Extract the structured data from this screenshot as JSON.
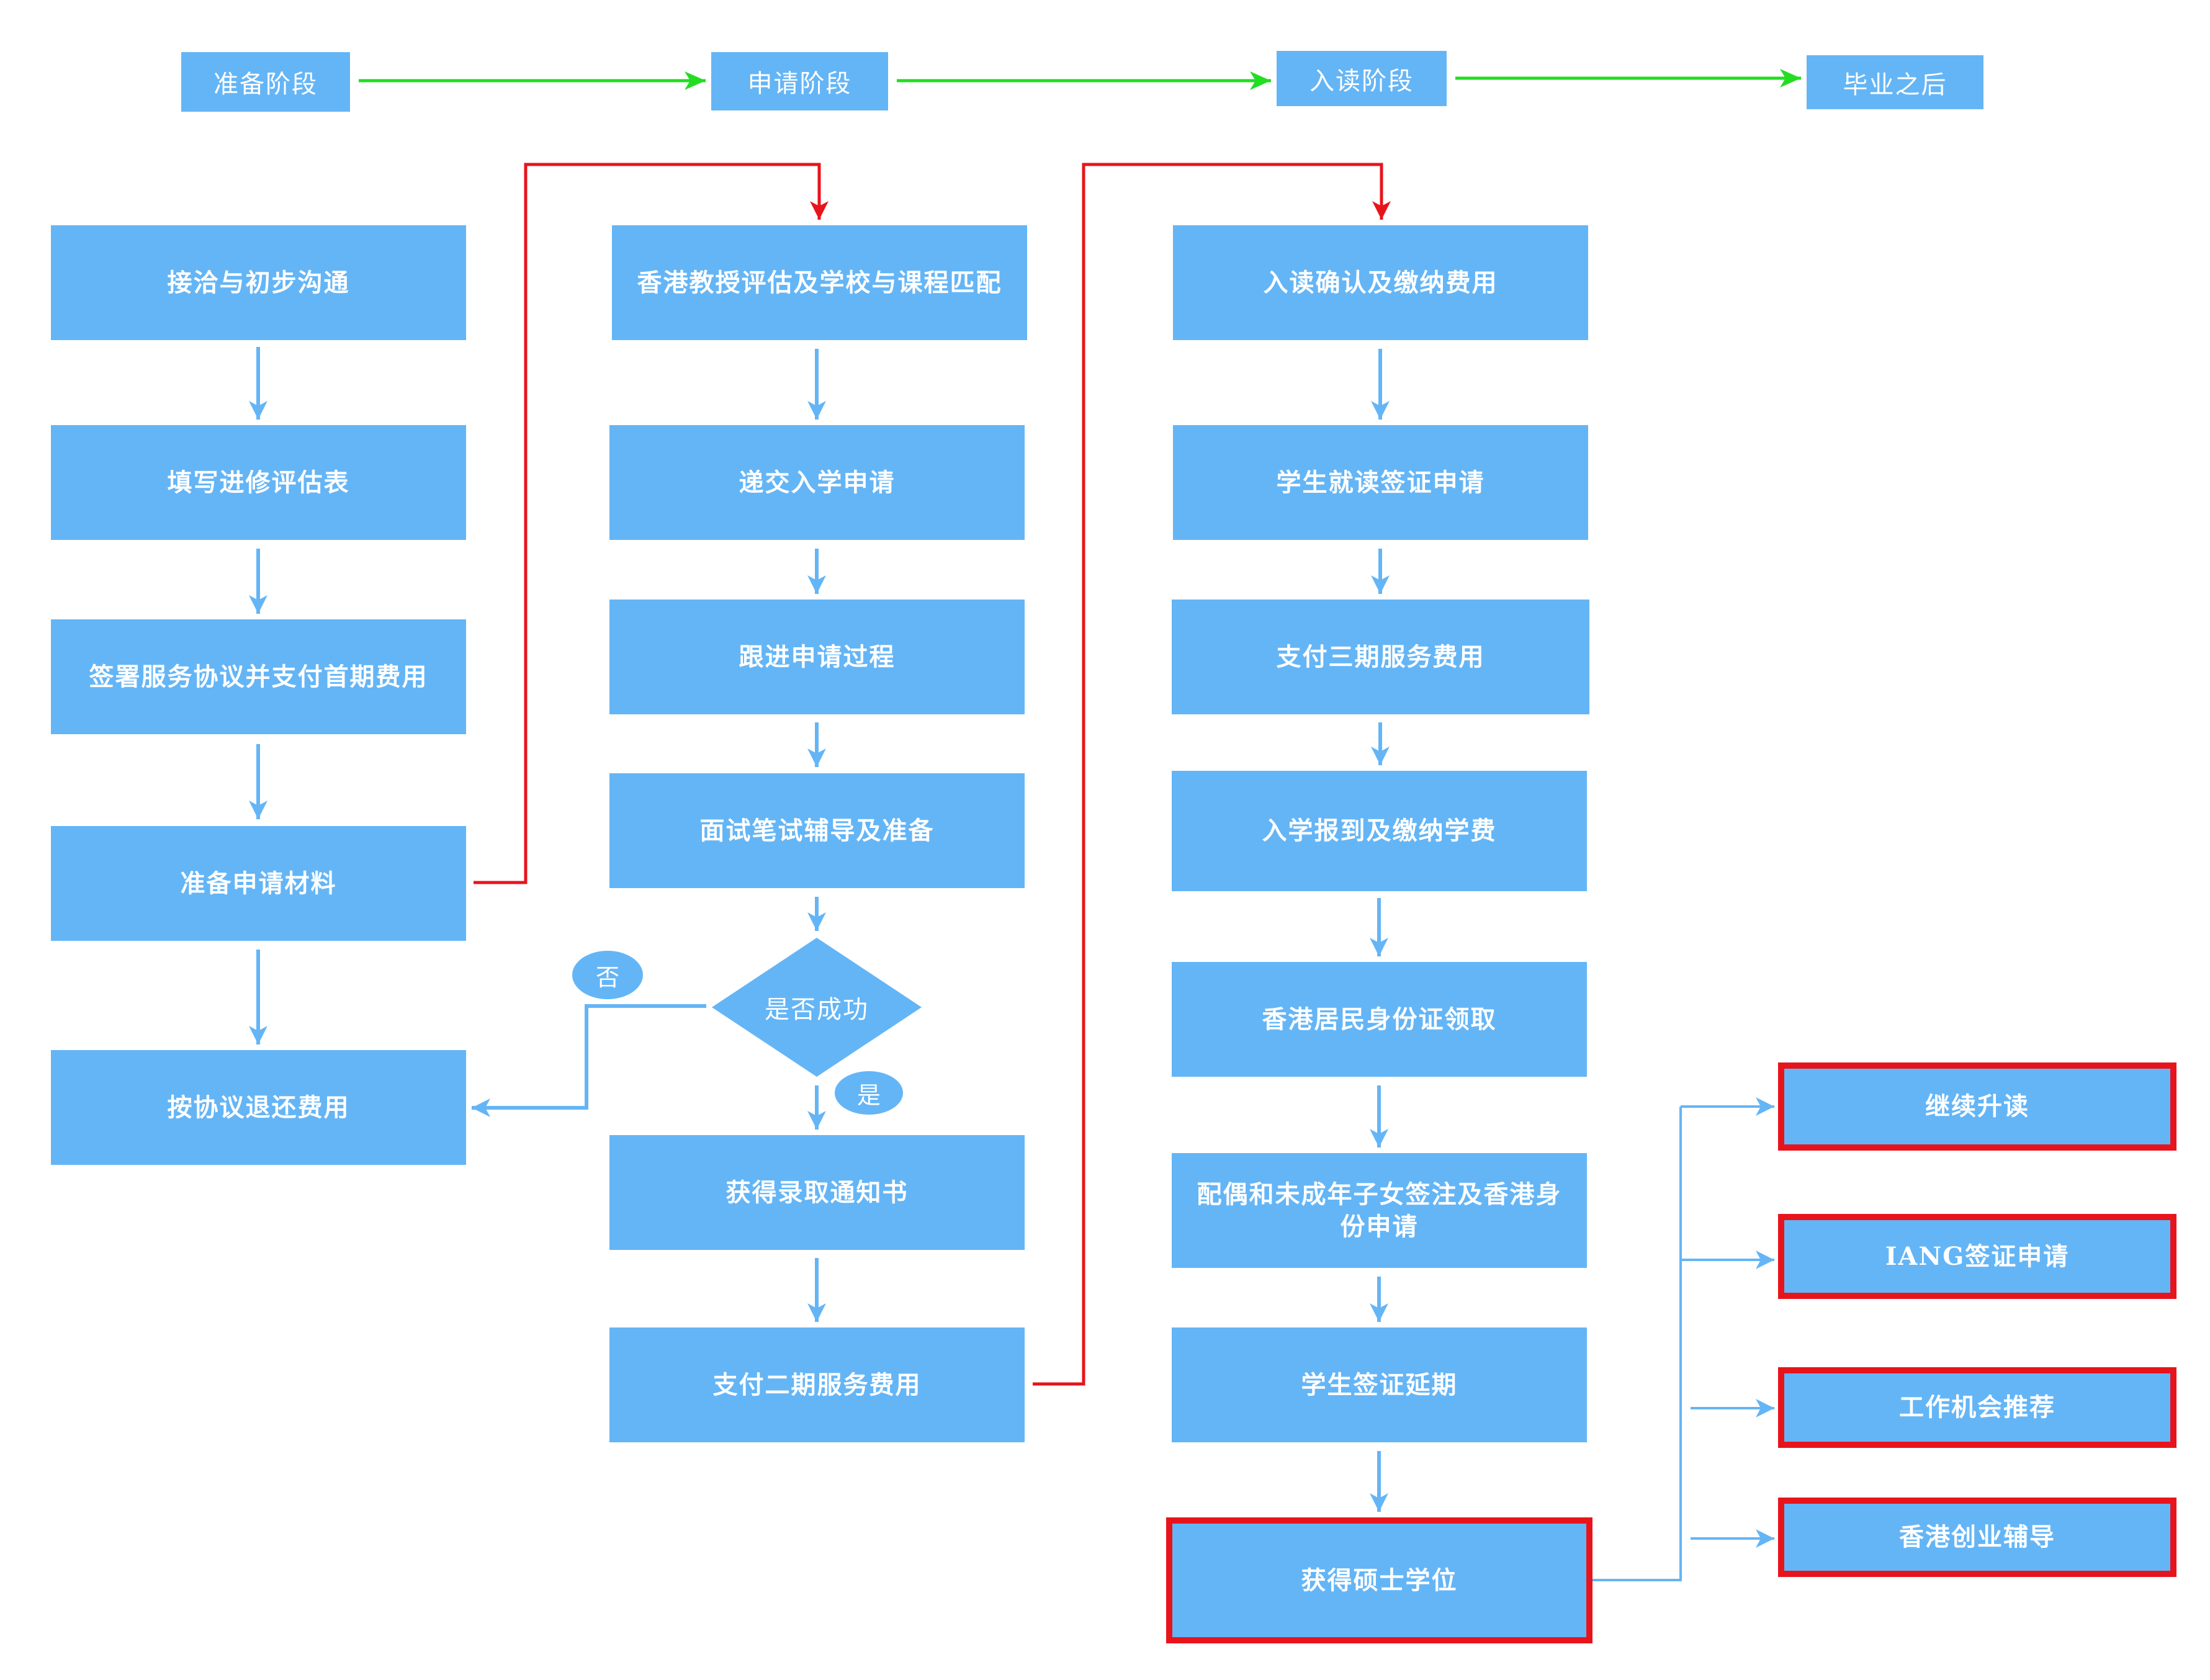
{
  "stages": {
    "preparation": "准备阶段",
    "application": "申请阶段",
    "enrollment": "入读阶段",
    "after_graduation": "毕业之后"
  },
  "preparation_steps": [
    "接洽与初步沟通",
    "填写进修评估表",
    "签署服务协议并支付首期费用",
    "准备申请材料",
    "按协议退还费用"
  ],
  "application_steps": [
    "香港教授评估及学校与课程匹配",
    "递交入学申请",
    "跟进申请过程",
    "面试笔试辅导及准备",
    "获得录取通知书",
    "支付二期服务费用"
  ],
  "decision": {
    "question": "是否成功",
    "no": "否",
    "yes": "是"
  },
  "enrollment_steps": [
    "入读确认及缴纳费用",
    "学生就读签证申请",
    "支付三期服务费用",
    "入学报到及缴纳学费",
    "香港居民身份证领取",
    "配偶和未成年子女签注及香港身份申请",
    "学生签证延期",
    "获得硕士学位"
  ],
  "after_graduation_options": [
    "继续升读",
    "IANG签证申请",
    "工作机会推荐",
    "香港创业辅导"
  ],
  "colors": {
    "box_fill": "#64B5F6",
    "text": "#FFFFFF",
    "flow_arrow": "#64B5F6",
    "stage_arrow": "#22DD22",
    "jump_line": "#E8141C",
    "highlight_border": "#E8141C",
    "background": "#FFFFFF"
  }
}
